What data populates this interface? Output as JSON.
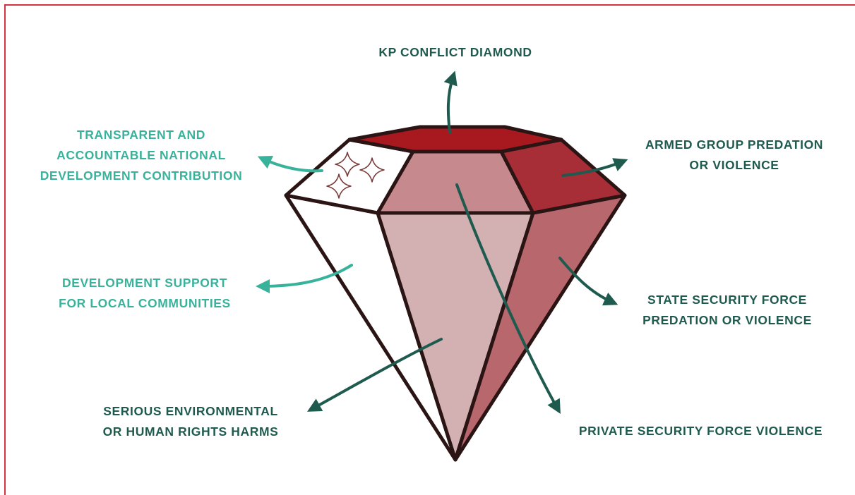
{
  "title": "KP CONFLICT DIAMOND",
  "colors": {
    "frame": "#d2333f",
    "outline": "#2a1414",
    "dark_arrow": "#1f5a4f",
    "light_arrow": "#39b29b",
    "table_red": "#a8191f",
    "crown_dark_red": "#a72d36",
    "crown_mid_pink": "#c68a8e",
    "pavilion_right": "#b8676d",
    "pavilion_center": "#d3b0b2",
    "white_facet": "#ffffff"
  },
  "labels": {
    "transparent_line1": "TRANSPARENT AND",
    "transparent_line2": "ACCOUNTABLE  NATIONAL",
    "transparent_line3": "DEVELOPMENT CONTRIBUTION",
    "armed_line1": "ARMED GROUP PREDATION",
    "armed_line2": "OR VIOLENCE",
    "dev_support_line1": "DEVELOPMENT SUPPORT",
    "dev_support_line2": "FOR LOCAL COMMUNITIES",
    "state_line1": "STATE SECURITY FORCE",
    "state_line2": "PREDATION OR VIOLENCE",
    "serious_line1": "SERIOUS ENVIRONMENTAL",
    "serious_line2": "OR HUMAN RIGHTS HARMS",
    "private": "PRIVATE SECURITY FORCE VIOLENCE"
  },
  "icons": [
    "sparkle-icon",
    "arrow-icon"
  ]
}
